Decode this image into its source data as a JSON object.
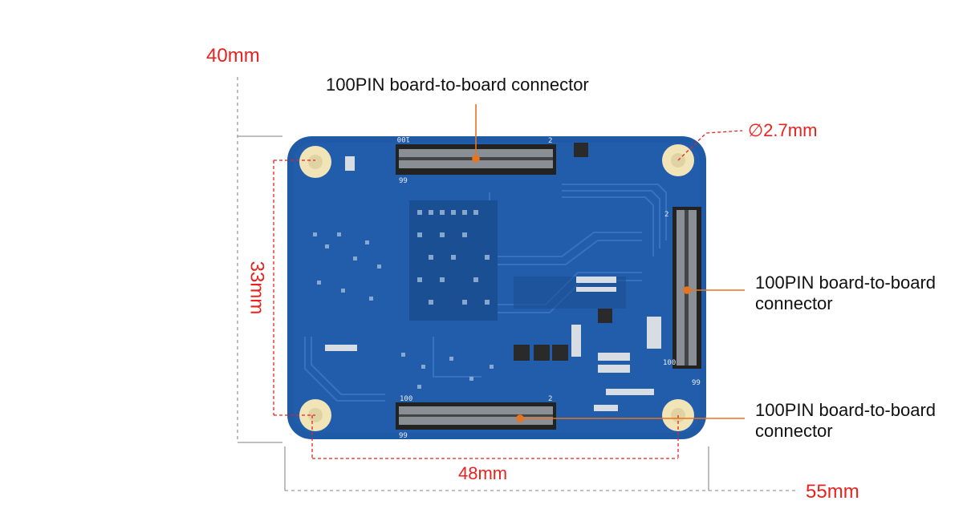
{
  "dimensions": {
    "height_outer": "40mm",
    "hole_vertical": "33mm",
    "hole_horizontal": "48mm",
    "width_outer": "55mm",
    "hole_diameter": "∅2.7mm"
  },
  "callouts": {
    "top_connector": "100PIN board-to-board connector",
    "right_connector_line1": "100PIN board-to-board",
    "right_connector_line2": "connector",
    "bottom_connector_line1": "100PIN board-to-board",
    "bottom_connector_line2": "connector"
  },
  "silkscreen": {
    "top_left": "100",
    "top_right": "2",
    "top_bottom_left": "99",
    "right_top": "2",
    "right_bottom": "100",
    "right_bottom2": "99",
    "bottom_left": "100",
    "bottom_right": "2",
    "bottom_bottom_left": "99"
  },
  "colors": {
    "board": "#1f5aa6",
    "board_dark": "#17488c",
    "dimension_red": "#e8231f",
    "leader_orange": "#e8741e",
    "hole_pad": "#f1e5b8"
  }
}
